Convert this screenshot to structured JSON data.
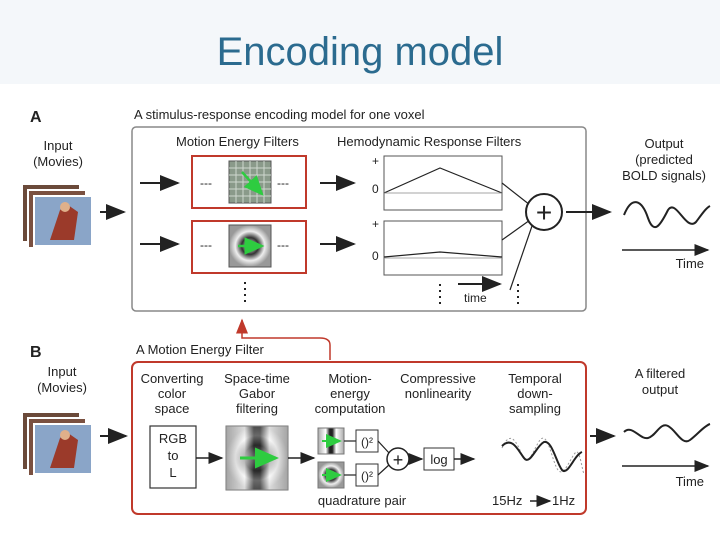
{
  "slide_title": "Encoding model",
  "panel_a": {
    "letter": "A",
    "caption": "A stimulus-response encoding model for one voxel",
    "input_label": [
      "Input",
      "(Movies)"
    ],
    "motion_filters_header": "Motion Energy Filters",
    "hrf_header": "Hemodynamic Response Filters",
    "plus": "+",
    "zero": "0",
    "ellipsis": "---",
    "time_label": "time",
    "output_label": [
      "Output",
      "(predicted",
      "BOLD signals)"
    ],
    "sum_symbol": "+",
    "time_axis": "Time"
  },
  "panel_b": {
    "letter": "B",
    "caption": "A Motion Energy Filter",
    "input_label": [
      "Input",
      "(Movies)"
    ],
    "step1": [
      "Converting",
      "color",
      "space"
    ],
    "step2": [
      "Space-time",
      "Gabor",
      "filtering"
    ],
    "step3": [
      "Motion-",
      "energy",
      "computation"
    ],
    "step4": [
      "Compressive",
      "nonlinearity"
    ],
    "step5": [
      "Temporal",
      "down-",
      "sampling"
    ],
    "rgb_box": [
      "RGB",
      "to",
      "L"
    ],
    "square1": "()²",
    "square2": "()²",
    "sum_symbol": "+",
    "log_label": "log",
    "quadrature_label": "quadrature pair",
    "freq_from": "15Hz",
    "freq_to": "1Hz",
    "output_label": [
      "A filtered",
      "output"
    ],
    "time_axis": "Time"
  },
  "colors": {
    "title": "#2b6b8f",
    "red_frame": "#c0392b",
    "green_arrow": "#2ecc40"
  }
}
